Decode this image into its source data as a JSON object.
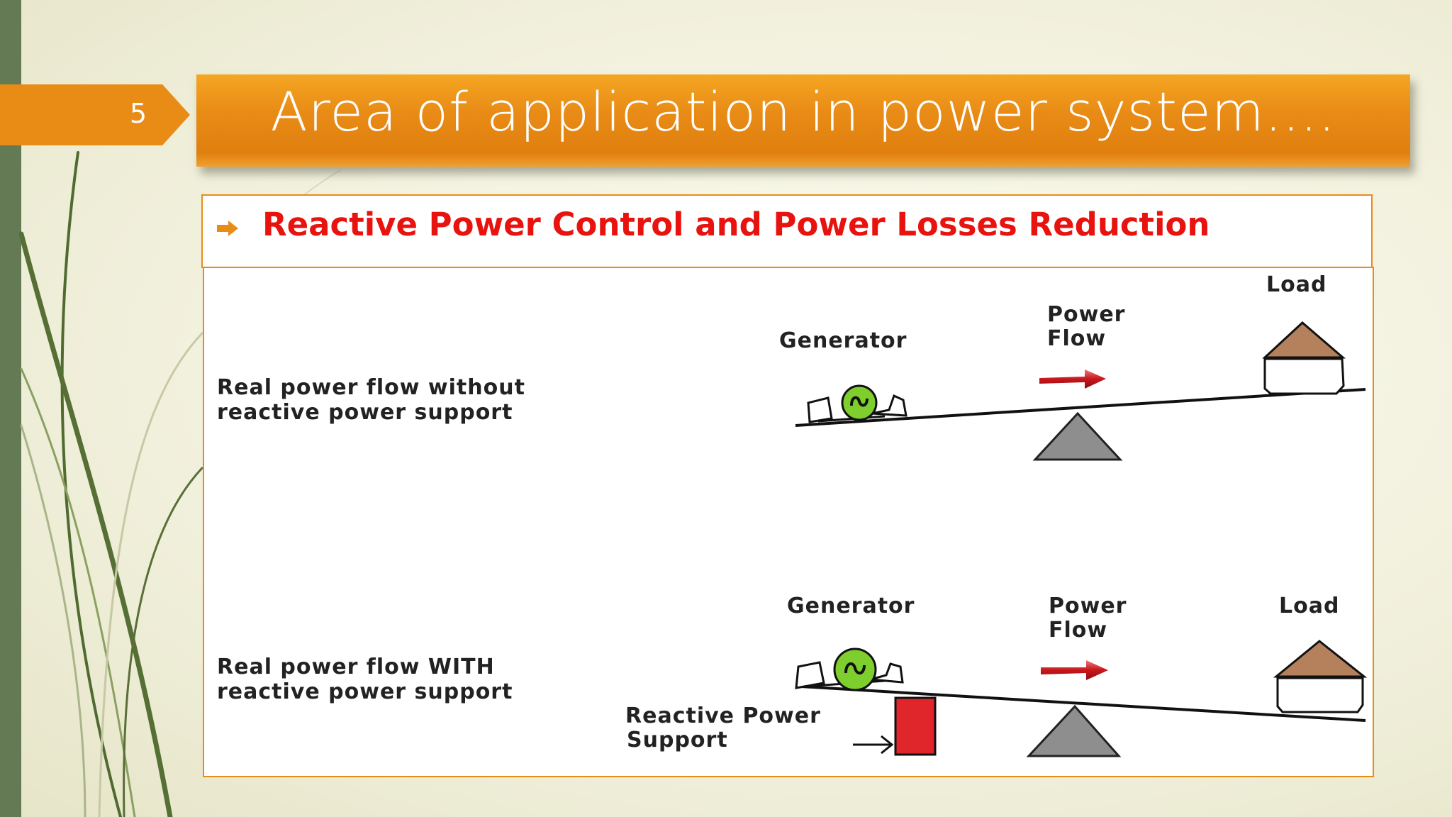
{
  "slide": {
    "number": "5",
    "title": "Area of application  in power system...."
  },
  "bullet": {
    "text": "Reactive Power Control and Power Losses Reduction"
  },
  "diagram": {
    "without": {
      "description_line1": "Real power flow without",
      "description_line2": "reactive power support",
      "generator_label": "Generator",
      "flow_label_line1": "Power",
      "flow_label_line2": "Flow",
      "load_label": "Load"
    },
    "with": {
      "description_line1": "Real power flow WITH",
      "description_line2": "reactive power support",
      "generator_label": "Generator",
      "flow_label_line1": "Power",
      "flow_label_line2": "Flow",
      "load_label": "Load",
      "support_label_line1": "Reactive Power",
      "support_label_line2": "Support"
    }
  },
  "colors": {
    "accent_orange": "#e98c16",
    "bullet_red": "#e8130f",
    "side_bar_green": "#637a54",
    "generator_green": "#7ecf2e",
    "support_red": "#e0262a",
    "house_roof": "#b5805c",
    "fulcrum_gray": "#8e8e8e"
  },
  "icons": [
    "generator-icon",
    "house-icon",
    "fulcrum-icon",
    "flow-arrow-icon",
    "bullet-arrow-icon"
  ]
}
